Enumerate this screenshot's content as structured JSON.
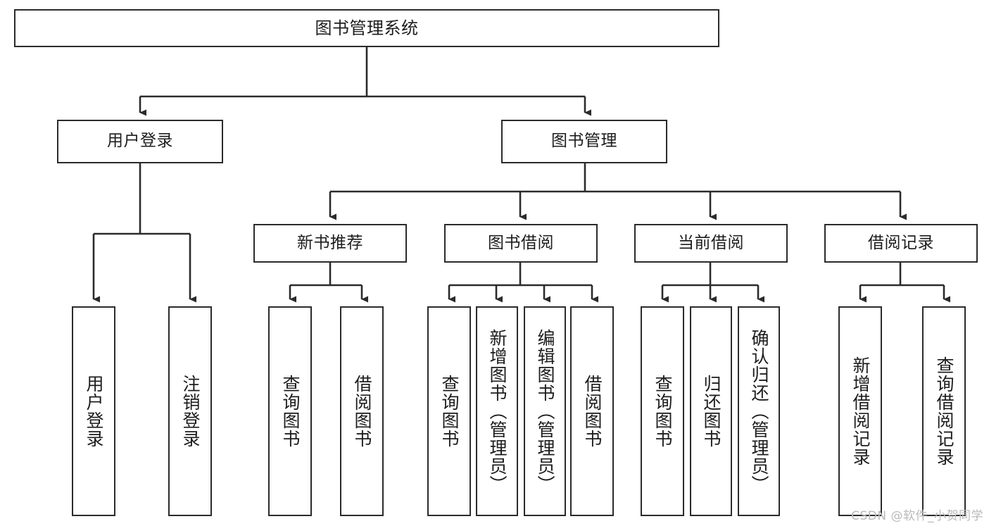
{
  "diagram": {
    "type": "tree-hierarchy",
    "title": "图书管理系统",
    "root": {
      "id": "root",
      "label": "图书管理系统"
    },
    "level2": [
      {
        "id": "user-login",
        "label": "用户登录"
      },
      {
        "id": "book-manage",
        "label": "图书管理"
      }
    ],
    "level3": [
      {
        "id": "new-book-rec",
        "label": "新书推荐",
        "parent": "book-manage"
      },
      {
        "id": "book-borrow",
        "label": "图书借阅",
        "parent": "book-manage"
      },
      {
        "id": "current-borrow",
        "label": "当前借阅",
        "parent": "book-manage"
      },
      {
        "id": "borrow-record",
        "label": "借阅记录",
        "parent": "book-manage"
      }
    ],
    "leaves": [
      {
        "id": "leaf-user-login",
        "label": "用户登录",
        "parent": "user-login"
      },
      {
        "id": "leaf-logout",
        "label": "注销登录",
        "parent": "user-login"
      },
      {
        "id": "leaf-query-book-1",
        "label": "查询图书",
        "parent": "new-book-rec"
      },
      {
        "id": "leaf-borrow-book-1",
        "label": "借阅图书",
        "parent": "new-book-rec"
      },
      {
        "id": "leaf-query-book-2",
        "label": "查询图书",
        "parent": "book-borrow"
      },
      {
        "id": "leaf-add-book",
        "label": "新增图书（管理员）",
        "parent": "book-borrow"
      },
      {
        "id": "leaf-edit-book",
        "label": "编辑图书（管理员）",
        "parent": "book-borrow"
      },
      {
        "id": "leaf-borrow-book-2",
        "label": "借阅图书",
        "parent": "book-borrow"
      },
      {
        "id": "leaf-query-book-3",
        "label": "查询图书",
        "parent": "current-borrow"
      },
      {
        "id": "leaf-return-book",
        "label": "归还图书",
        "parent": "current-borrow"
      },
      {
        "id": "leaf-confirm-return",
        "label": "确认归还（管理员）",
        "parent": "current-borrow"
      },
      {
        "id": "leaf-add-record",
        "label": "新增借阅记录",
        "parent": "borrow-record"
      },
      {
        "id": "leaf-query-record",
        "label": "查询借阅记录",
        "parent": "borrow-record"
      }
    ]
  },
  "watermark": {
    "text": "CSDN @软件_小贺同学"
  },
  "colors": {
    "stroke": "#2b2b2b",
    "fill": "#ffffff",
    "text": "#1d1d1d",
    "watermark": "#b9b9b9"
  }
}
